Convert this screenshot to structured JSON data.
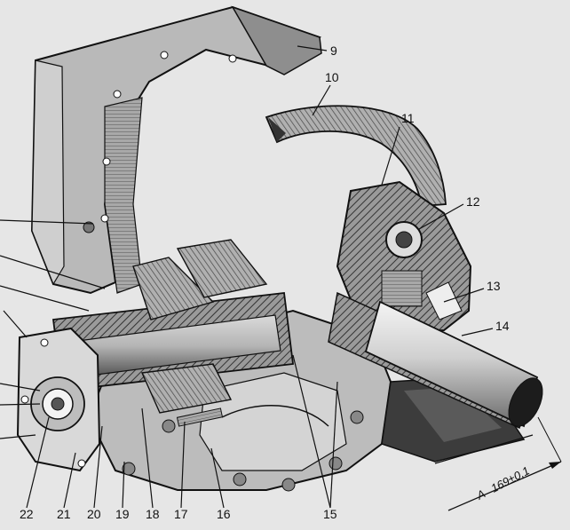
{
  "callouts": [
    "9",
    "10",
    "11",
    "12",
    "13",
    "14",
    "15",
    "16",
    "17",
    "18",
    "19",
    "20",
    "21",
    "22"
  ],
  "dimension": {
    "letter": "A",
    "value": "169±0,1"
  },
  "colors": {
    "paper": "#e6e6e6",
    "ink": "#111111",
    "dark": "#3a3a3a",
    "mid": "#8c8c8c",
    "light": "#c2c2c2",
    "face": "#f2f2f2"
  }
}
